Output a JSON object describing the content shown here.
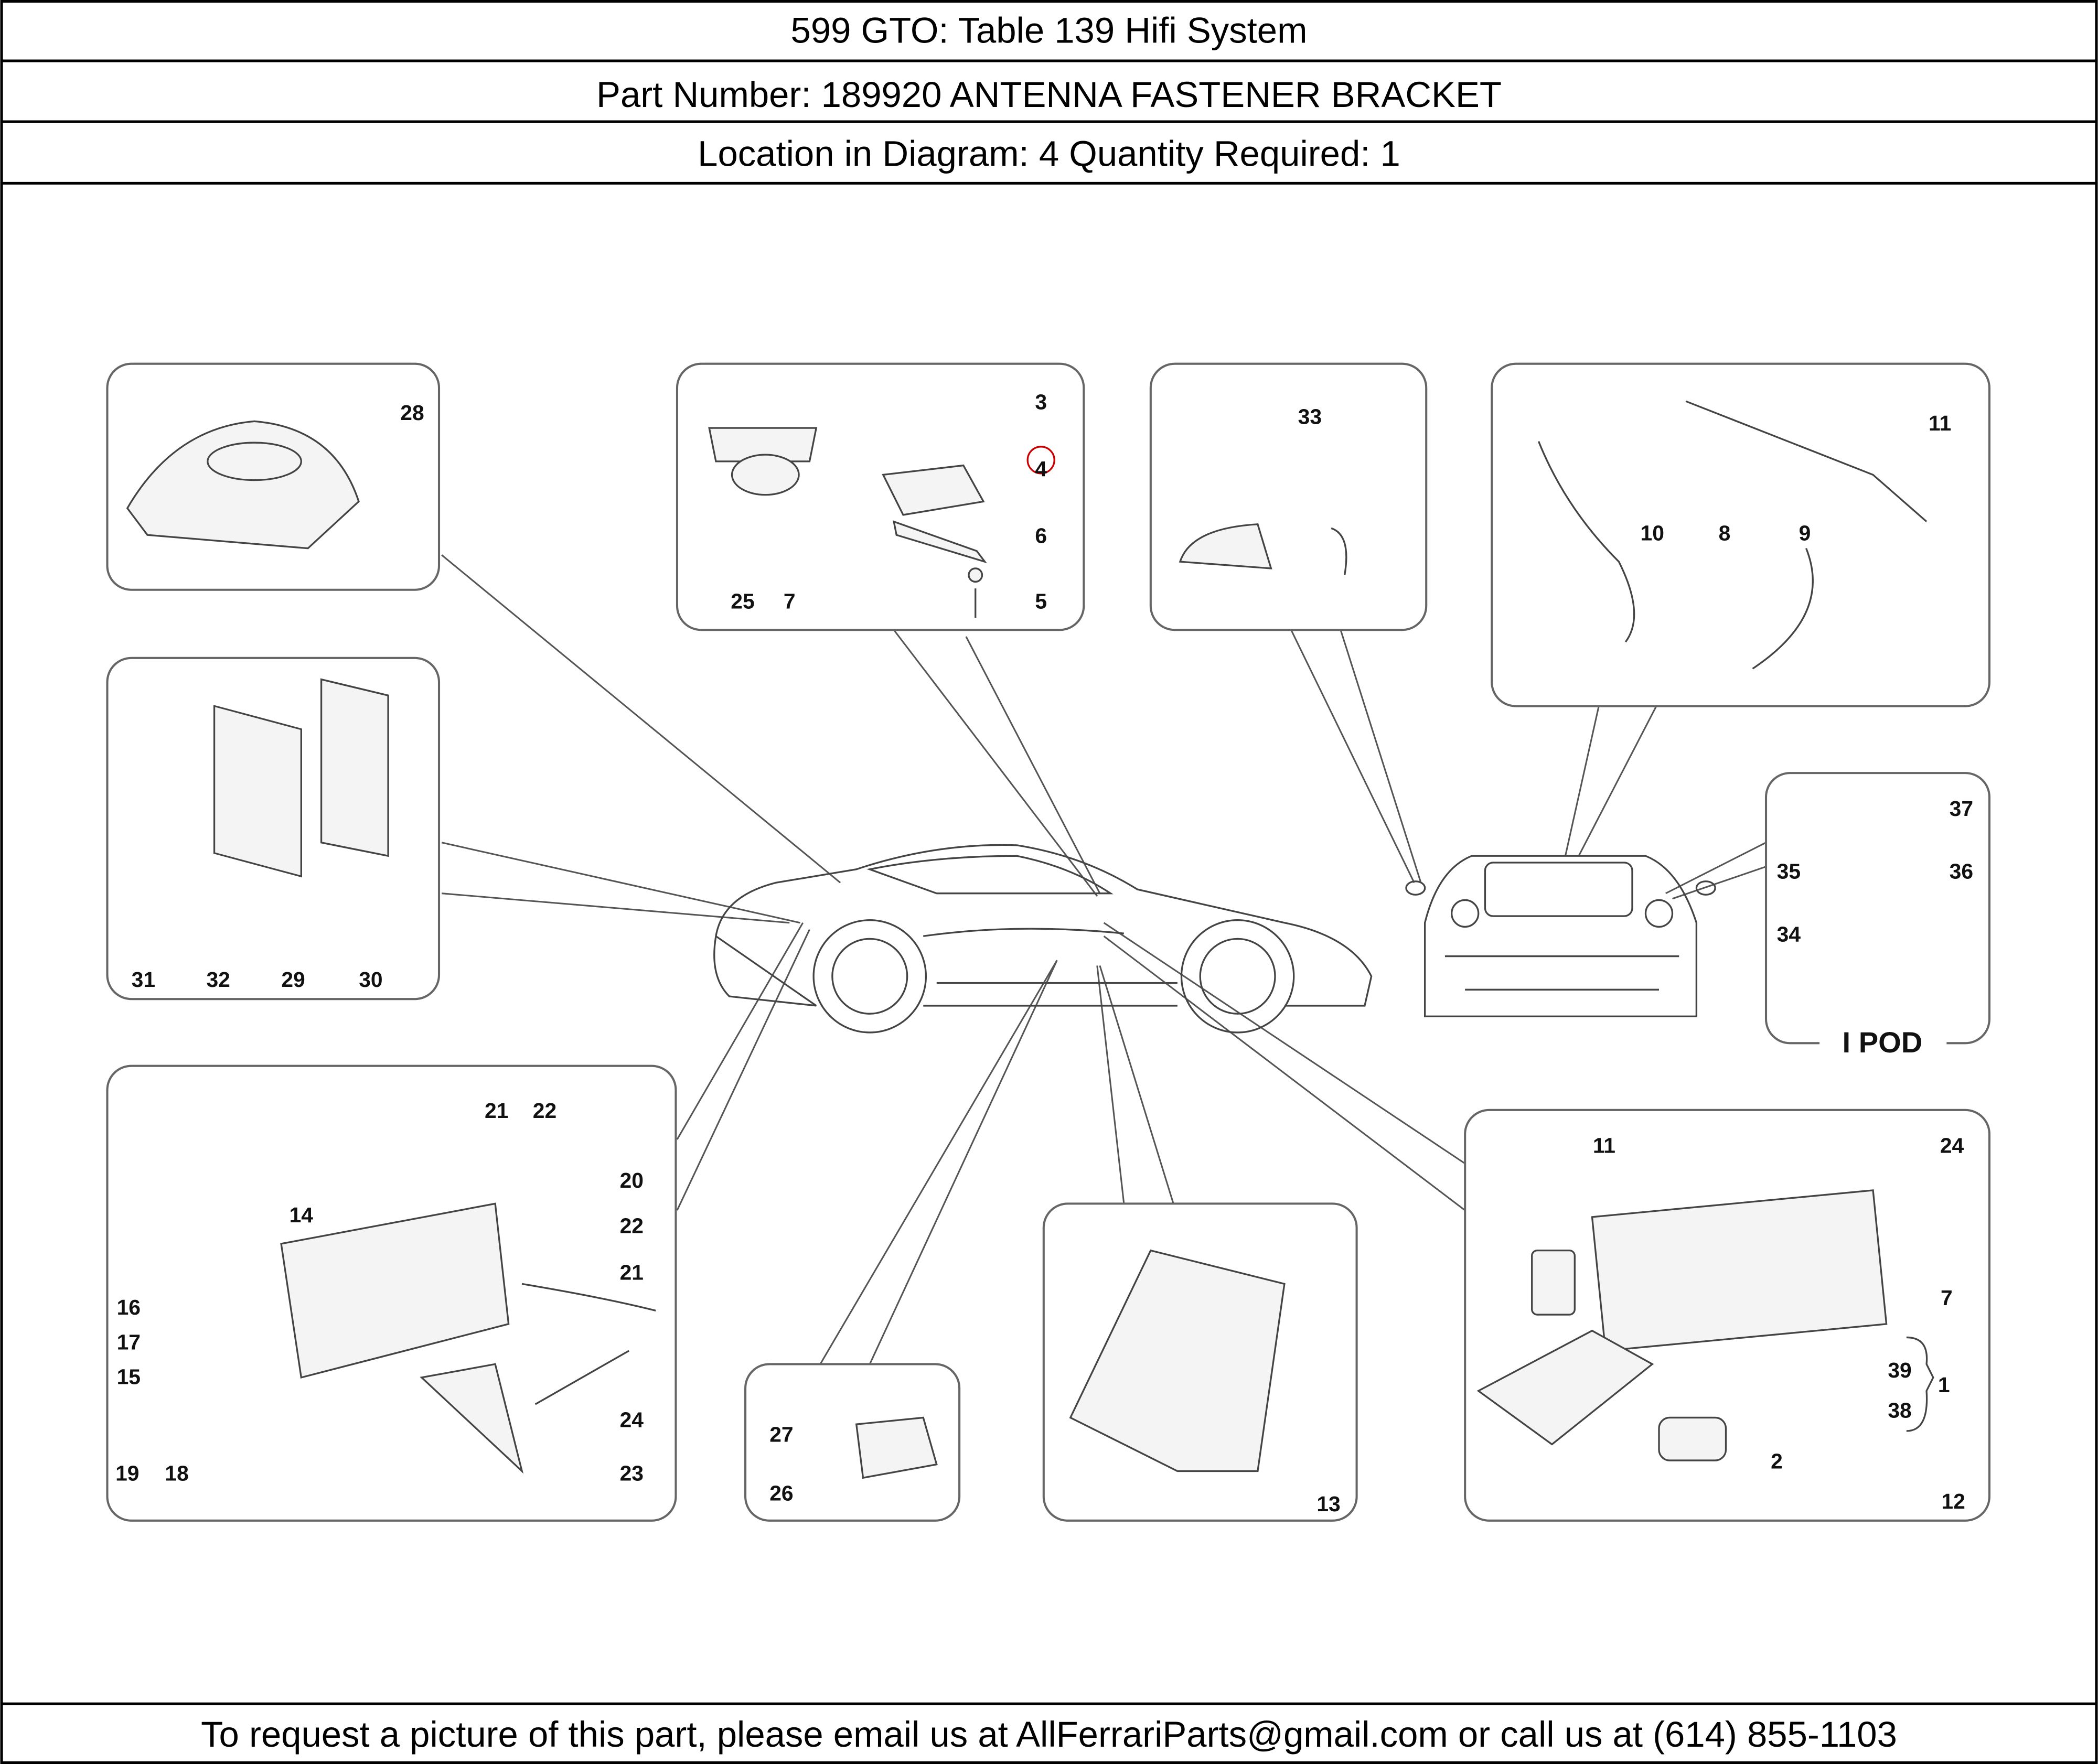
{
  "header": {
    "title": "599 GTO:   Table 139 Hifi System",
    "part_number": "Part Number: 189920   ANTENNA FASTENER BRACKET",
    "location": "Location in Diagram: 4   Quantity Required: 1"
  },
  "highlight_color": "#cc0000",
  "callouts": [
    "28",
    "3",
    "4",
    "6",
    "5",
    "25",
    "7",
    "33",
    "11",
    "10",
    "8",
    "9",
    "31",
    "32",
    "29",
    "30",
    "37",
    "35",
    "36",
    "34",
    "21",
    "22",
    "20",
    "14",
    "22",
    "21",
    "16",
    "17",
    "15",
    "24",
    "19",
    "18",
    "23",
    "27",
    "26",
    "13",
    "11",
    "24",
    "7",
    "39",
    "1",
    "38",
    "2",
    "12"
  ],
  "ipod_label": "I POD",
  "footer": "To request a picture of this part, please email us at AllFerrariParts@gmail.com or call us at (614) 855-1103"
}
